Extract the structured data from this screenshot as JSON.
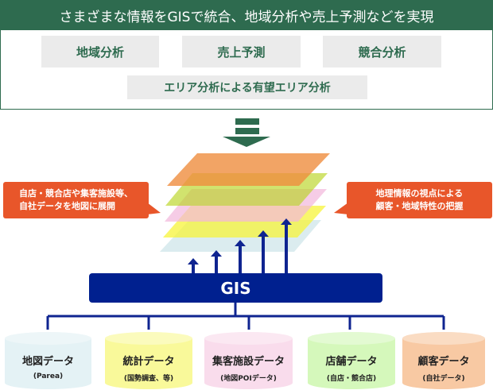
{
  "header": {
    "title": "さまざまな情報をGISで統合、地域分析や売上予測などを実現"
  },
  "analyses": [
    "地域分析",
    "売上予測",
    "競合分析",
    "エリア分析による有望エリア分析"
  ],
  "callouts": {
    "left": {
      "line1": "自店・競合店や集客施設等、",
      "line2": "自社データを地図に展開"
    },
    "right": {
      "line1": "地理情報の視点による",
      "line2": "顧客・地域特性の把握"
    }
  },
  "gis": {
    "label": "GIS"
  },
  "colors": {
    "green": "#2e6b4f",
    "navy": "#00208f",
    "orange": "#e8562a"
  },
  "data_sources": [
    {
      "name": "地図データ",
      "sub": "(Parea)",
      "color": "#e4f2f5"
    },
    {
      "name": "統計データ",
      "sub": "(国勢調査、等)",
      "color": "#f9f99a"
    },
    {
      "name": "集客施設データ",
      "sub": "(地図POIデータ)",
      "color": "#f9dcec"
    },
    {
      "name": "店舗データ",
      "sub": "(自店・競合店)",
      "color": "#d5f8bb"
    },
    {
      "name": "顧客データ",
      "sub": "(自社データ)",
      "color": "#f8c9a3"
    }
  ]
}
